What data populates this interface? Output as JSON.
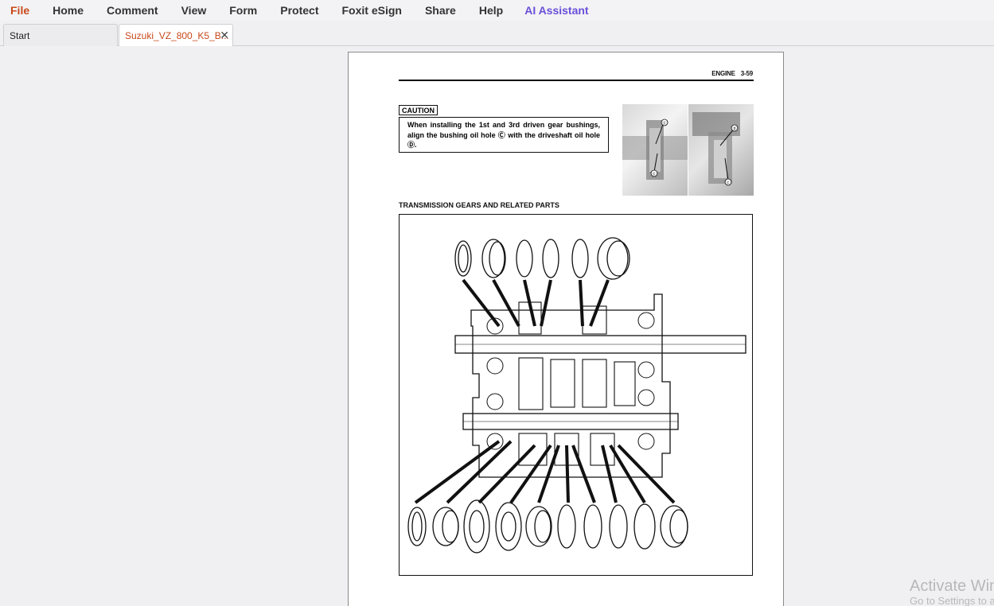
{
  "menu": {
    "items": [
      "File",
      "Home",
      "Comment",
      "View",
      "Form",
      "Protect",
      "Foxit eSign",
      "Share",
      "Help",
      "AI Assistant"
    ]
  },
  "tabs": {
    "start": "Start",
    "doc": "Suzuki_VZ_800_K5_B...",
    "close": "✕"
  },
  "page": {
    "header_section": "ENGINE",
    "header_page": "3-59",
    "caution_label": "CAUTION",
    "caution_text": "When installing the 1st and 3rd driven gear bushings, align the bushing oil hole Ⓒ with the driveshaft oil hole Ⓓ.",
    "section_title": "TRANSMISSION GEARS AND RELATED PARTS",
    "photo_marks": [
      "Ⓒ",
      "Ⓒ",
      "Ⓓ",
      "Ⓒ"
    ]
  },
  "watermark": {
    "title": "Activate Windows",
    "subtitle": "Go to Settings to activate Windows."
  }
}
